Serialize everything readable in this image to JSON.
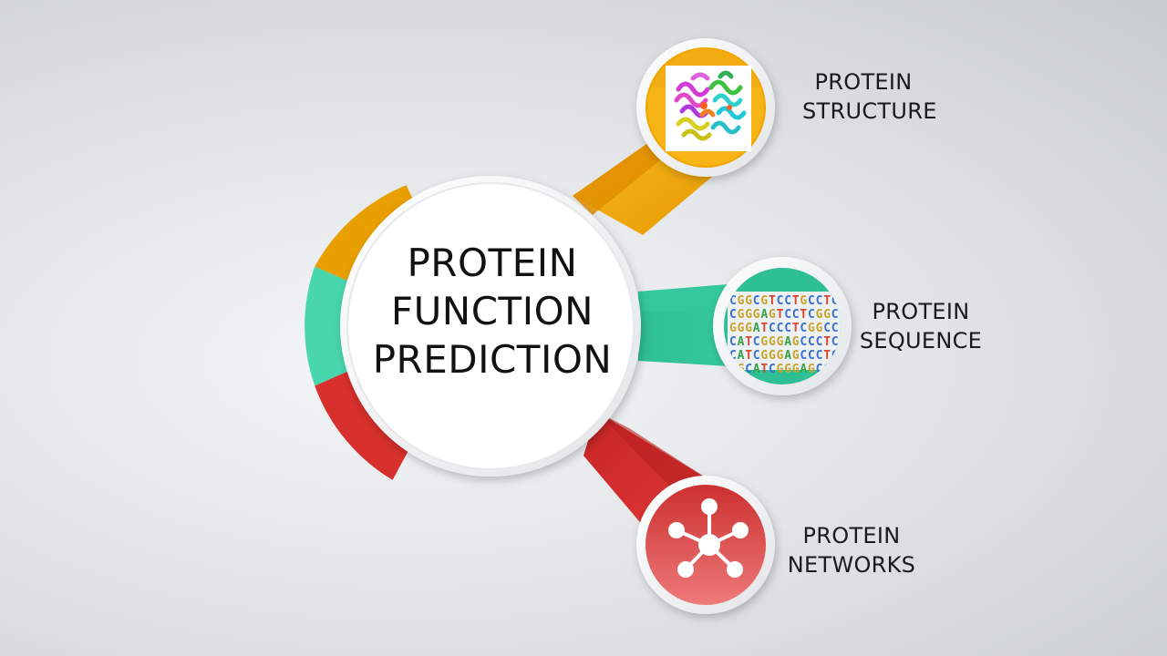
{
  "center": {
    "title_lines": [
      "PROTEIN",
      "FUNCTION",
      "PREDICTION"
    ]
  },
  "branches": [
    {
      "id": "structure",
      "lines": [
        "PROTEIN",
        "STRUCTURE"
      ],
      "color": "#f0a500",
      "icon": "protein-structure-image"
    },
    {
      "id": "sequence",
      "lines": [
        "PROTEIN",
        "SEQUENCE"
      ],
      "color": "#2fbf94",
      "icon": "dna-sequence-image"
    },
    {
      "id": "networks",
      "lines": [
        "PROTEIN",
        "NETWORKS"
      ],
      "color": "#d9302c",
      "icon": "network-icon"
    }
  ],
  "sequence_rows": [
    "CGGCGTCCTGCCTC",
    "CGGGAGTCCTCGGC",
    "GGGATCCCTCGGCC",
    "CATCGGGAGCCCTC",
    "CATCGGGAGCCCTC",
    "CGCATCGGGAGCCC"
  ],
  "colors": {
    "orange": "#f0a500",
    "orange_dark": "#e08e00",
    "teal": "#2fbf94",
    "teal_light": "#4fdcb4",
    "red": "#d9302c",
    "red_light": "#e05a5a"
  }
}
